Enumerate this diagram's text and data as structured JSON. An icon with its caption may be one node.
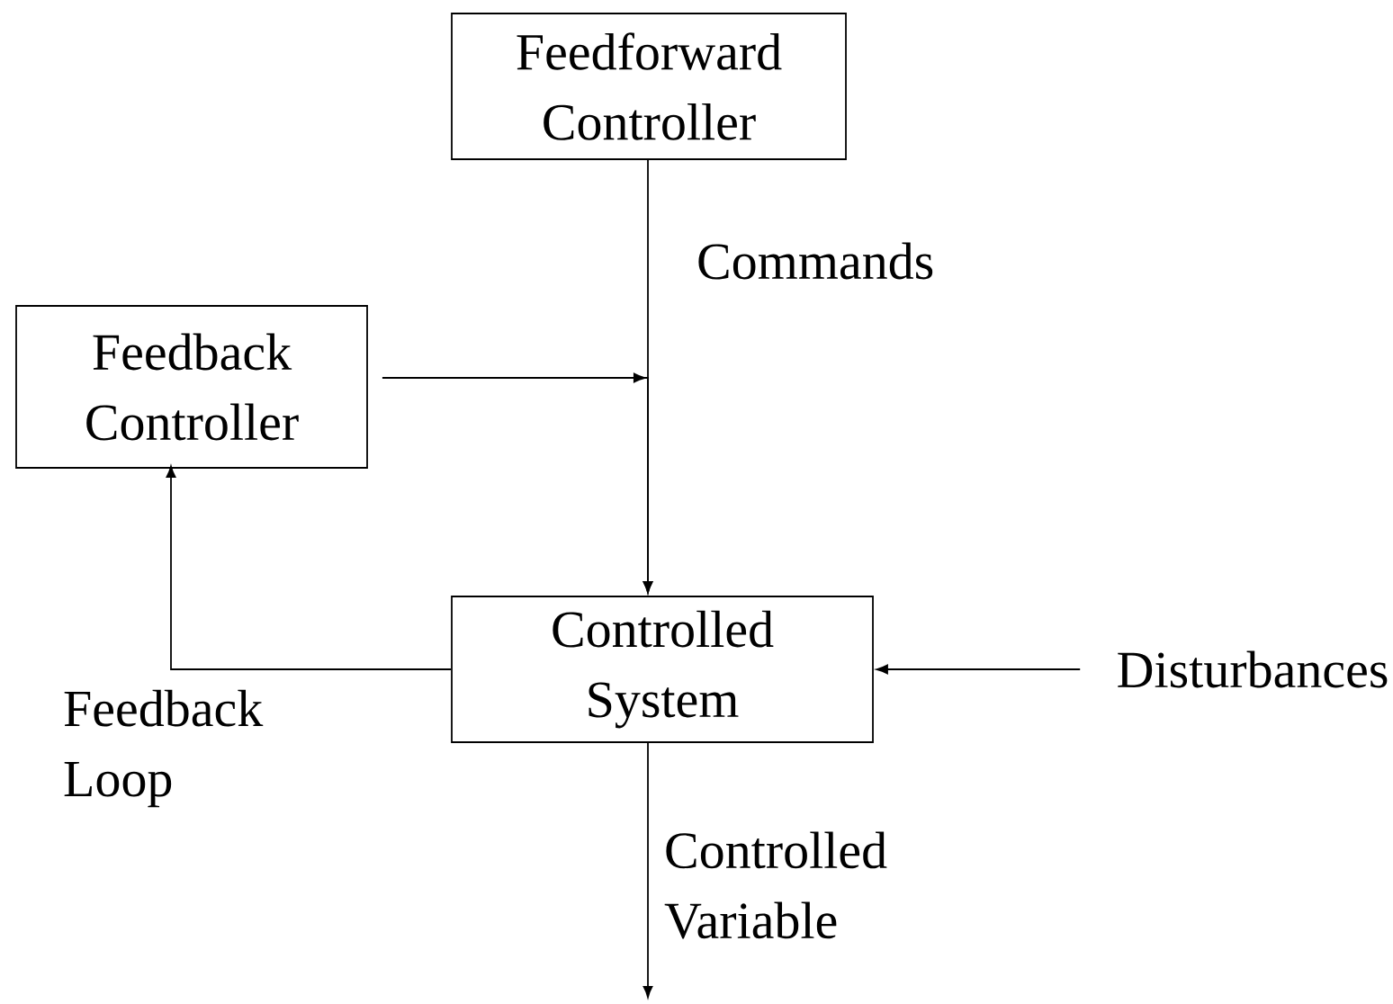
{
  "diagram": {
    "nodes": [
      {
        "text": [
          "Feedforward Controller"
        ]
      },
      {
        "text": [
          "Feedback Controller"
        ]
      },
      {
        "text": [
          "Controlled System"
        ]
      },
      {
        "text": [
          "Disturbances"
        ]
      }
    ],
    "edges": [
      {
        "from": 0,
        "to": 2,
        "arrow": "to",
        "label": "Commands"
      },
      {
        "from": 1,
        "to": 2,
        "arrow": "to"
      },
      {
        "from": 2,
        "to": 1,
        "arrow": "to",
        "label": "Feedback Loop"
      },
      {
        "from": 3,
        "to": 2,
        "arrow": "to"
      },
      {
        "from": 2,
        "to": null,
        "arrow": "to",
        "label": "Controlled Variable"
      }
    ]
  }
}
